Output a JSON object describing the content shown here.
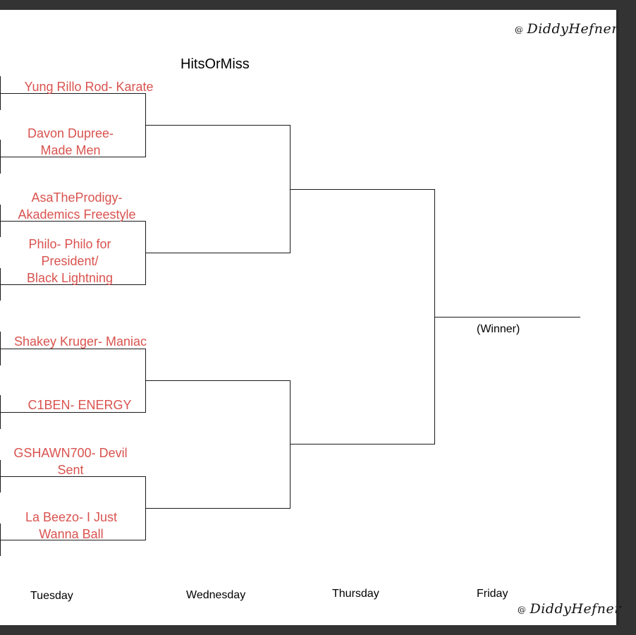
{
  "signature": "DiddyHefner",
  "signature_at": "@",
  "title": "HitsOrMiss",
  "entrants": [
    "Yung Rillo Rod- Karate",
    "Davon Dupree-\nMade Men",
    "AsaTheProdigy-\nAkademics Freestyle",
    "Philo- Philo for\nPresident/\nBlack Lightning",
    "Shakey Kruger- Maniac",
    "C1BEN- ENERGY",
    "GSHAWN700- Devil\nSent",
    "La Beezo- I Just\nWanna Ball"
  ],
  "winner_label": "(Winner)",
  "days": [
    "Tuesday",
    "Wednesday",
    "Thursday",
    "Friday"
  ]
}
